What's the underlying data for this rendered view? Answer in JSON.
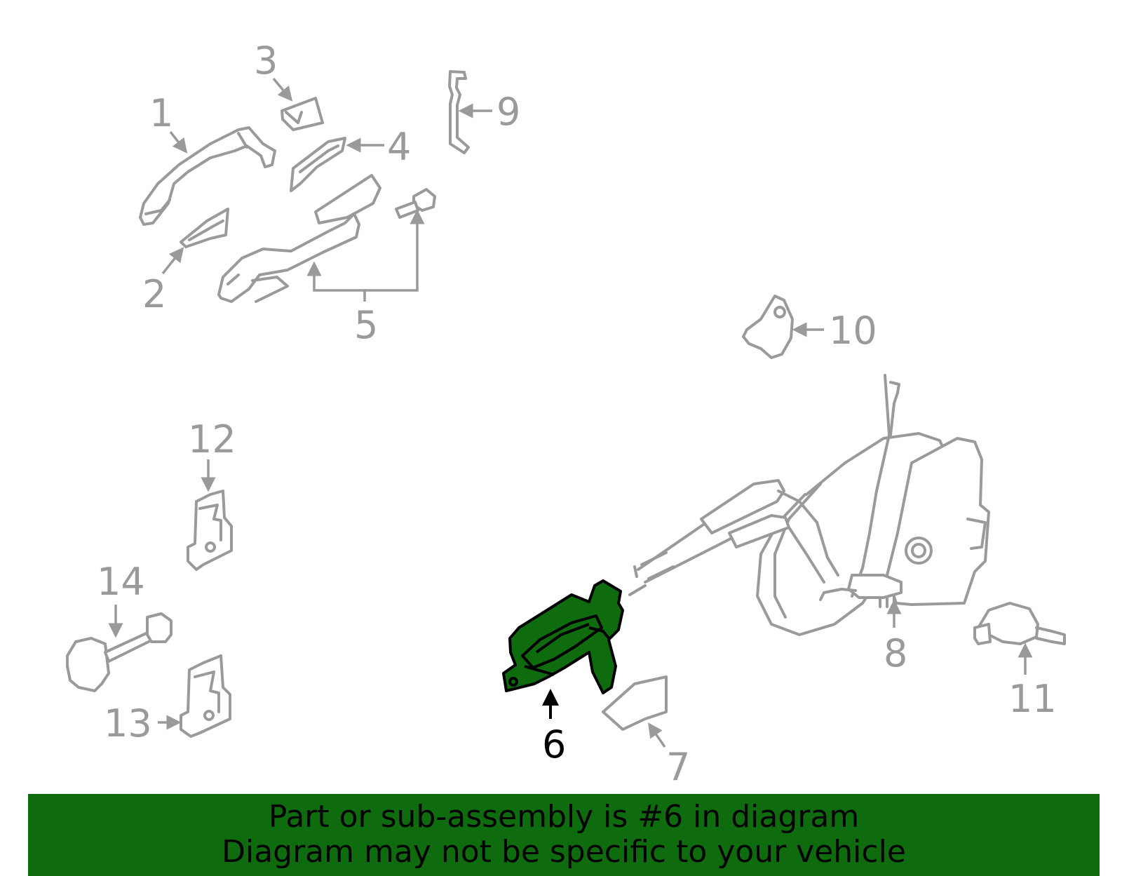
{
  "colors": {
    "highlight": "#0e6b0e",
    "outline": "#9a9a9a",
    "banner_text": "#000000"
  },
  "callouts": {
    "c1": "1",
    "c2": "2",
    "c3": "3",
    "c4": "4",
    "c5": "5",
    "c6": "6",
    "c7": "7",
    "c8": "8",
    "c9": "9",
    "c10": "10",
    "c11": "11",
    "c12": "12",
    "c13": "13",
    "c14": "14"
  },
  "highlighted_part": "6",
  "banner": {
    "line1": "Part or sub-assembly is #6 in diagram",
    "line2": "Diagram may not be specific to your vehicle"
  }
}
